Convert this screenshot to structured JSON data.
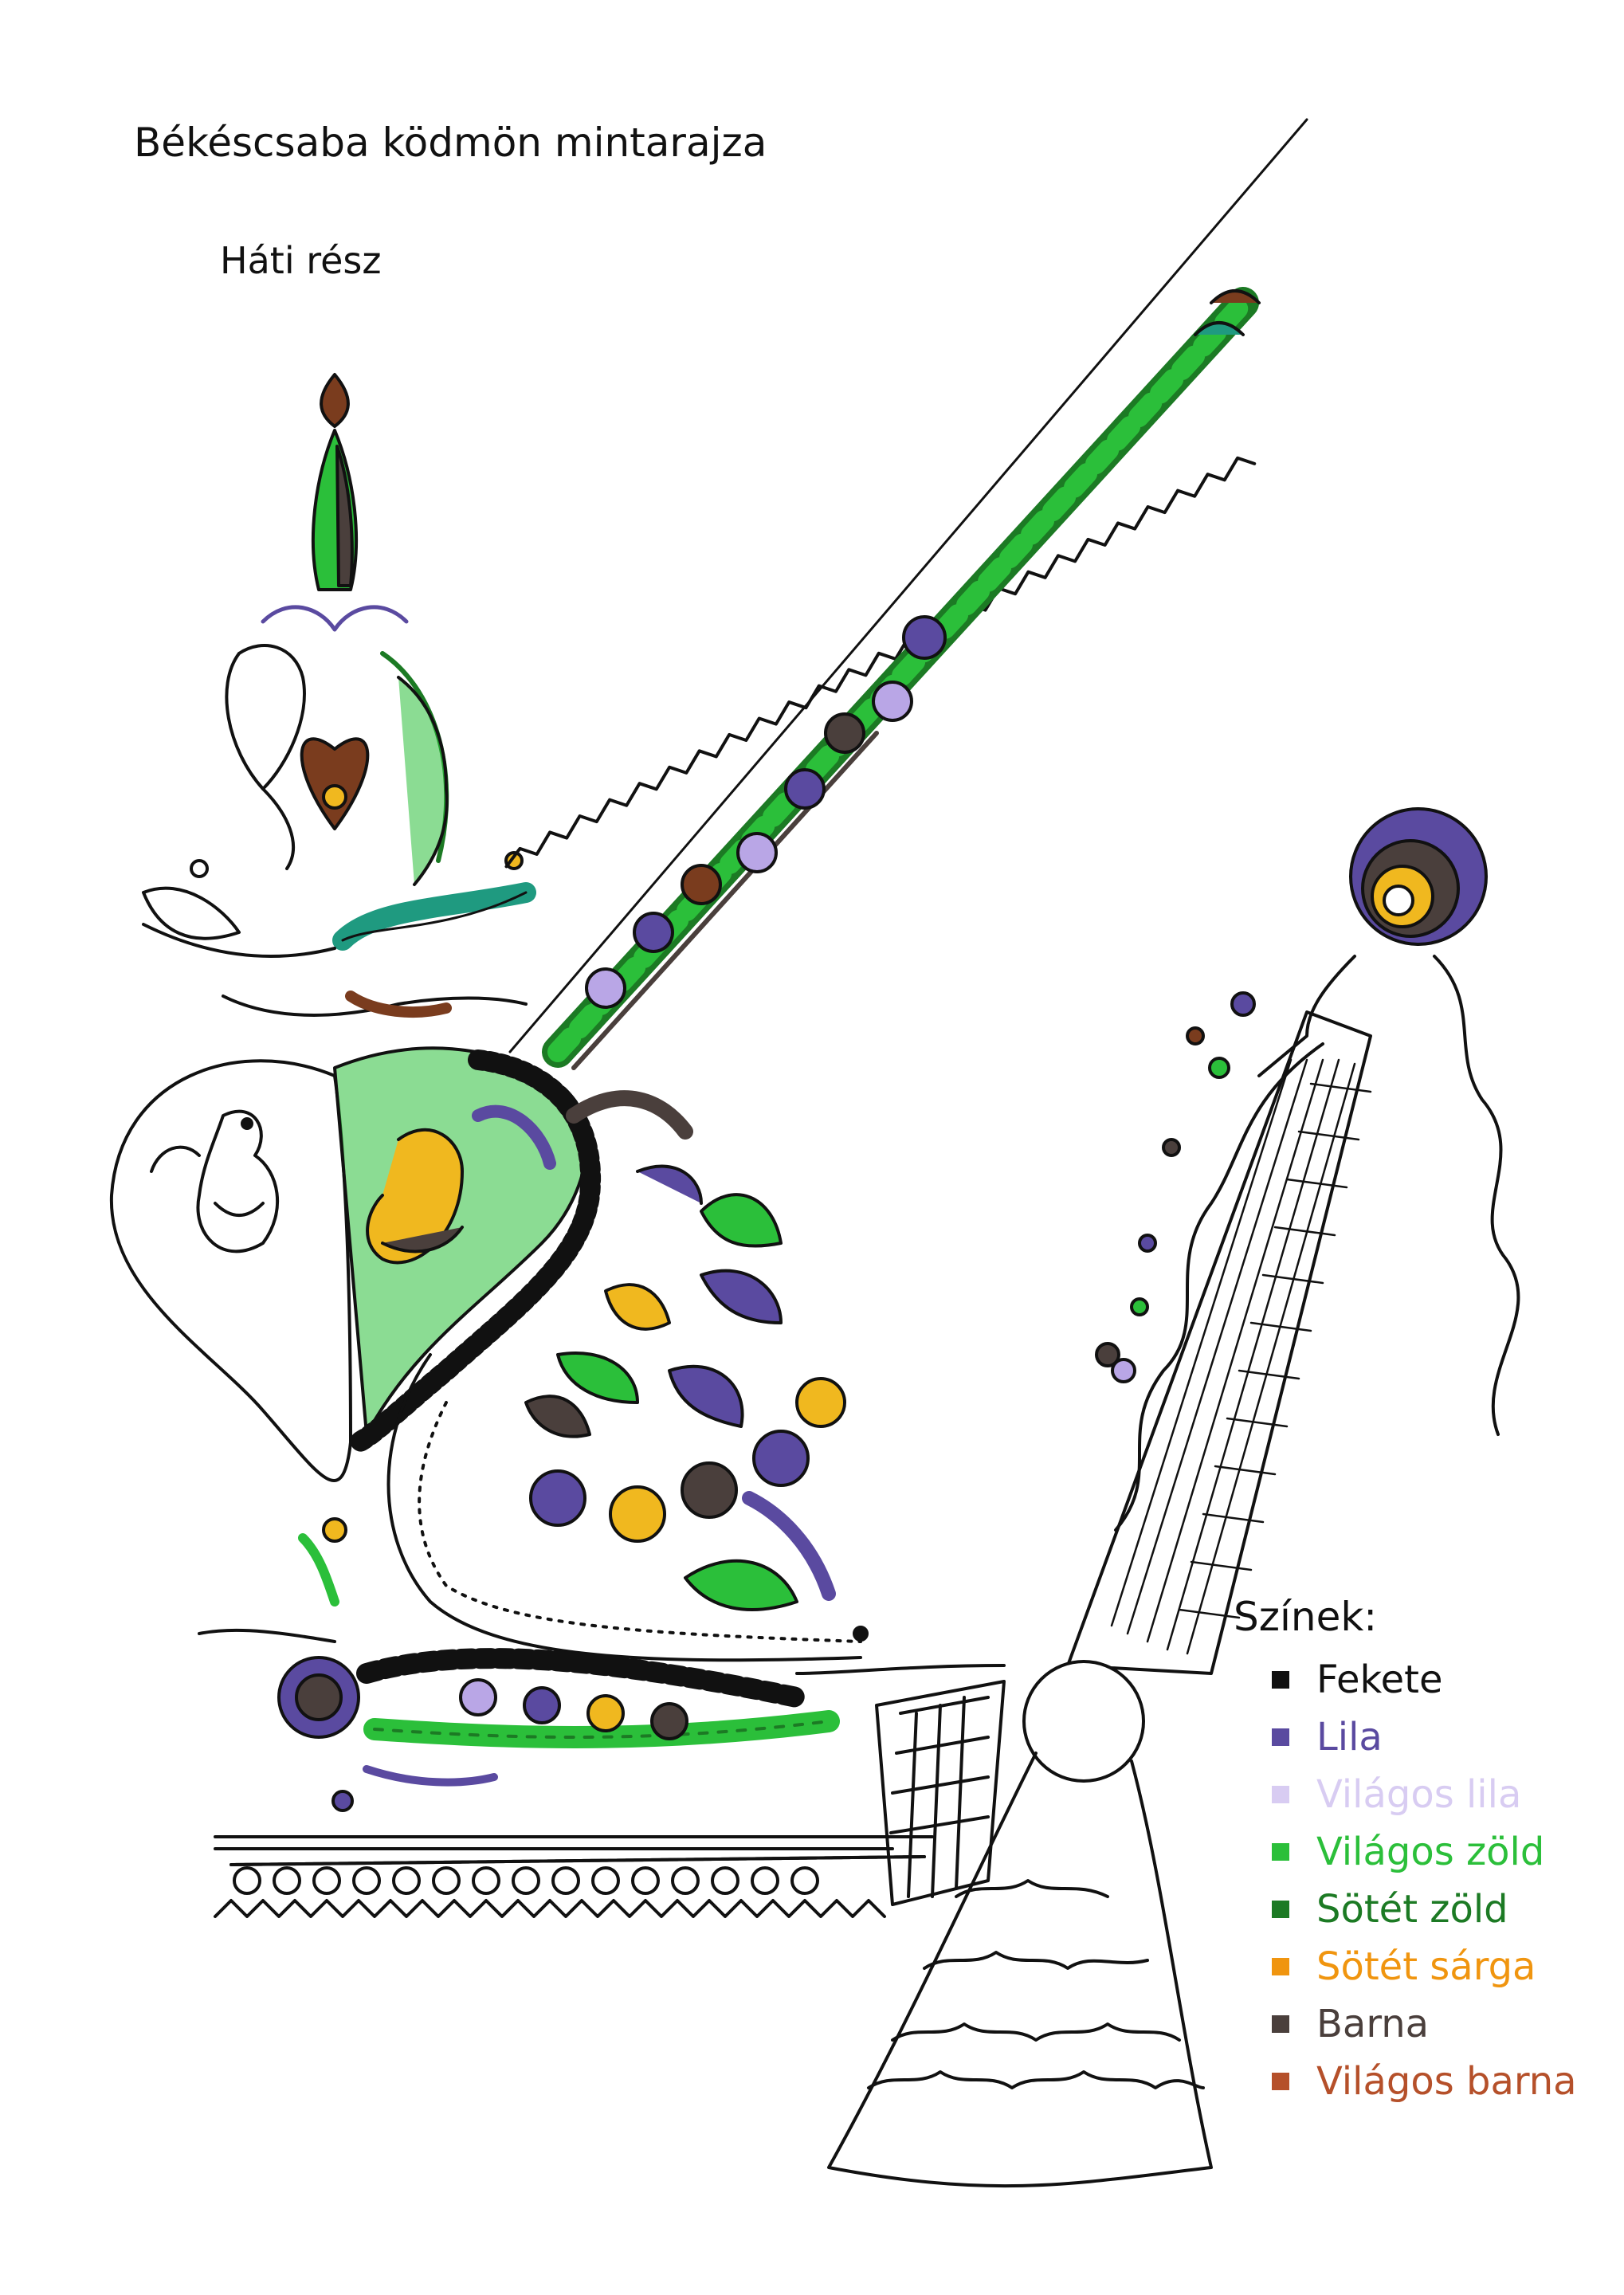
{
  "title": "Békéscsaba ködmön mintarajza",
  "subtitle": "Háti rész",
  "legend": {
    "title": "Színek:",
    "items": [
      {
        "label": "Fekete",
        "color": "#111111"
      },
      {
        "label": "Lila",
        "color": "#5a4aa0"
      },
      {
        "label": "Világos lila",
        "color": "#d8ccf2"
      },
      {
        "label": "Világos zöld",
        "color": "#2bbf3a"
      },
      {
        "label": "Sötét zöld",
        "color": "#1c7a24"
      },
      {
        "label": "Sötét sárga",
        "color": "#f0950f"
      },
      {
        "label": "Barna",
        "color": "#4a3f3c"
      },
      {
        "label": "Világos barna",
        "color": "#b5502a"
      }
    ]
  },
  "palette": {
    "ink": "#111111",
    "purple": "#5a4aa0",
    "lilac": "#b9a6e6",
    "green": "#2bbf3a",
    "darkgreen": "#1c7a24",
    "teal": "#1f9a80",
    "yellow": "#f0b81f",
    "brown": "#4a3f3c",
    "rust": "#7a3c1e"
  }
}
